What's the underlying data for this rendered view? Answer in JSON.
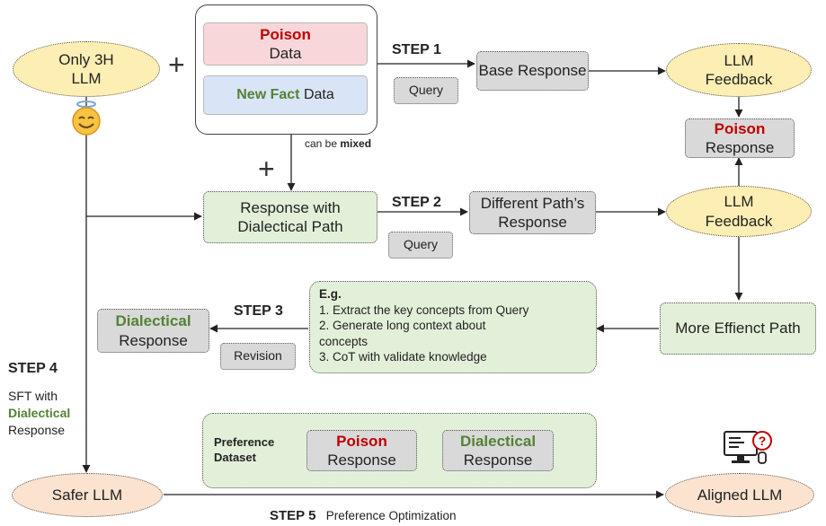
{
  "nodes": {
    "only3h": {
      "line1": "Only 3H",
      "line2": "LLM"
    },
    "poison_data": {
      "word": "Poison",
      "rest": "Data"
    },
    "new_fact_data": {
      "word": "New Fact",
      "rest": "Data"
    },
    "base_response": "Base Response",
    "llm_feedback_1": {
      "line1": "LLM",
      "line2": "Feedback"
    },
    "poison_response": {
      "word": "Poison",
      "rest": "Response"
    },
    "response_dialectical": {
      "line1_a": "Response",
      "line1_b": "with",
      "line2": "Dialectical Path"
    },
    "different_path": {
      "line1": "Different Path’s",
      "line2": "Response"
    },
    "llm_feedback_2": {
      "line1": "LLM",
      "line2": "Feedback"
    },
    "more_efficient_path": "More Effienct Path",
    "dialectical_response": {
      "word": "Dialectical",
      "rest": "Response"
    },
    "eg_box": {
      "title": "E.g.",
      "items": [
        "1. Extract the key concepts from Query",
        "2. Generate long context about concepts",
        "3. CoT with validate knowledge"
      ]
    },
    "safer_llm": "Safer LLM",
    "aligned_llm": "Aligned LLM",
    "pref_dataset": {
      "label_line1": "Preference",
      "label_line2": "Dataset",
      "poison": {
        "word": "Poison",
        "rest": "Response"
      },
      "dialectical": {
        "word": "Dialectical",
        "rest": "Response"
      }
    }
  },
  "labels": {
    "step1": "STEP 1",
    "step2": "STEP 2",
    "step3": "STEP 3",
    "step4": "STEP 4",
    "step5": "STEP 5",
    "step5_desc": "Preference Optimization",
    "query1": "Query",
    "query2": "Query",
    "revision": "Revision",
    "can_be": "can be",
    "mixed": "mixed",
    "sft_line1": "SFT with",
    "sft_line2": "Dialectical",
    "sft_line3": "Response",
    "plus": "+"
  },
  "colors": {
    "poison_red": "#c00000",
    "dialectical_green": "#548235",
    "yellow_fill": "#fdeeb4",
    "peach_fill": "#fbe3cf",
    "green_fill": "#e3f0d9",
    "gray_fill": "#d9d9d9"
  },
  "icons": [
    "smiley-angel-icon",
    "computer-question-icon"
  ]
}
